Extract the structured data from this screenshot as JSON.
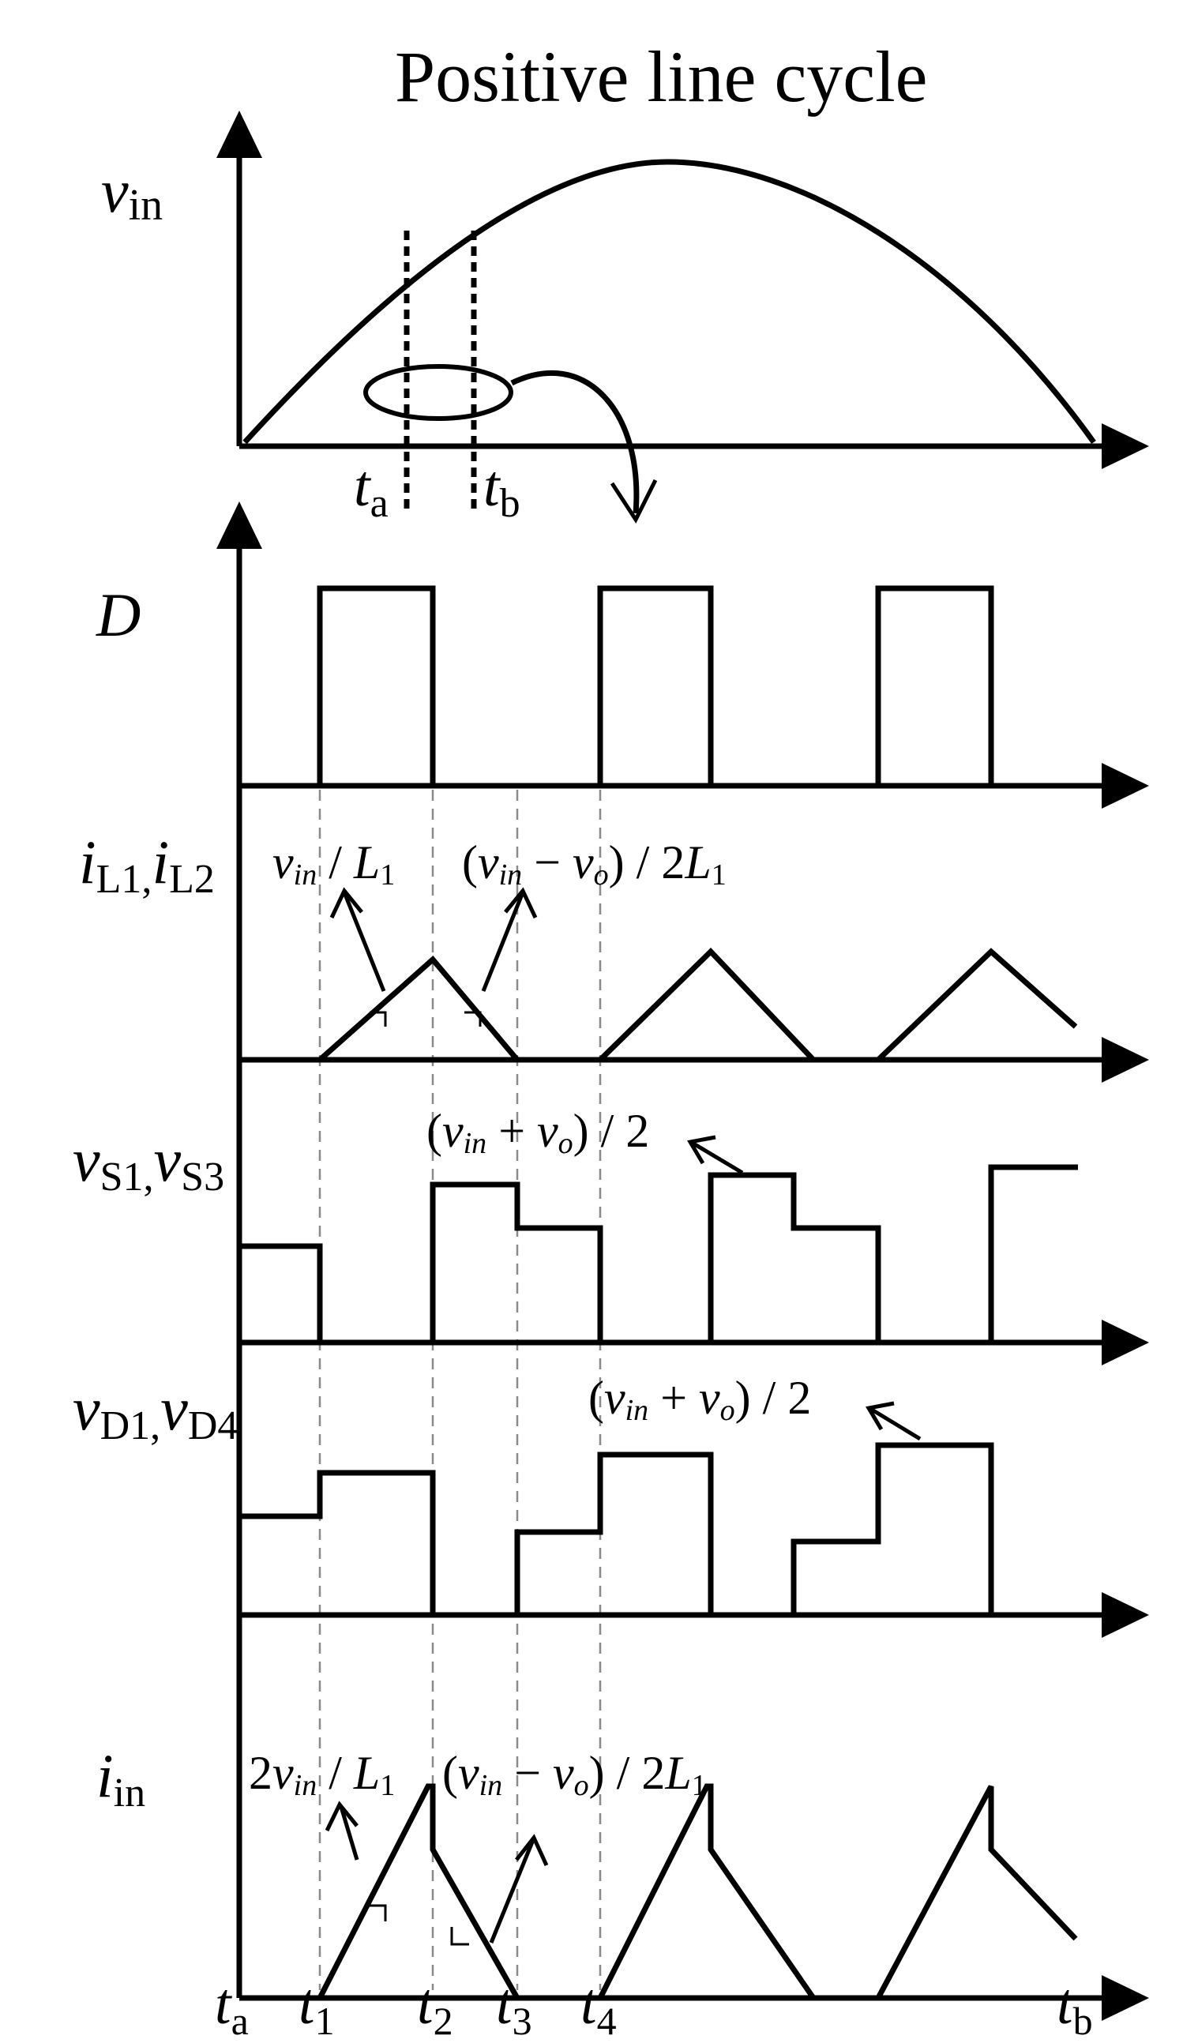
{
  "title": "Positive line cycle",
  "top_plot": {
    "y_label": "v_in",
    "markers": [
      {
        "main": "t",
        "sub": "a"
      },
      {
        "main": "t",
        "sub": "b"
      }
    ]
  },
  "waveforms": {
    "duty": {
      "main": "D",
      "sub": ""
    },
    "inductor_current": {
      "main": "i",
      "sub": "L1,",
      "main2": "i",
      "sub2": "L2"
    },
    "switch_voltage": {
      "main": "v",
      "sub": "S1,",
      "main2": "v",
      "sub2": "S3"
    },
    "diode_voltage": {
      "main": "v",
      "sub": "D1,",
      "main2": "v",
      "sub2": "D4"
    },
    "input_current": {
      "main": "i",
      "sub": "in"
    }
  },
  "annotations": {
    "il_rise": "v_in / L1",
    "il_fall": "(v_in − v_o) / 2L1",
    "vs_level": "(v_in + v_o) / 2",
    "vd_level": "(v_in + v_o) / 2",
    "iin_rise": "2v_in / L1",
    "iin_fall": "(v_in − v_o) / 2L1"
  },
  "time_axis": [
    {
      "main": "t",
      "sub": "a"
    },
    {
      "main": "t",
      "sub": "1"
    },
    {
      "main": "t",
      "sub": "2"
    },
    {
      "main": "t",
      "sub": "3"
    },
    {
      "main": "t",
      "sub": "4"
    },
    {
      "main": "t",
      "sub": "b"
    }
  ]
}
